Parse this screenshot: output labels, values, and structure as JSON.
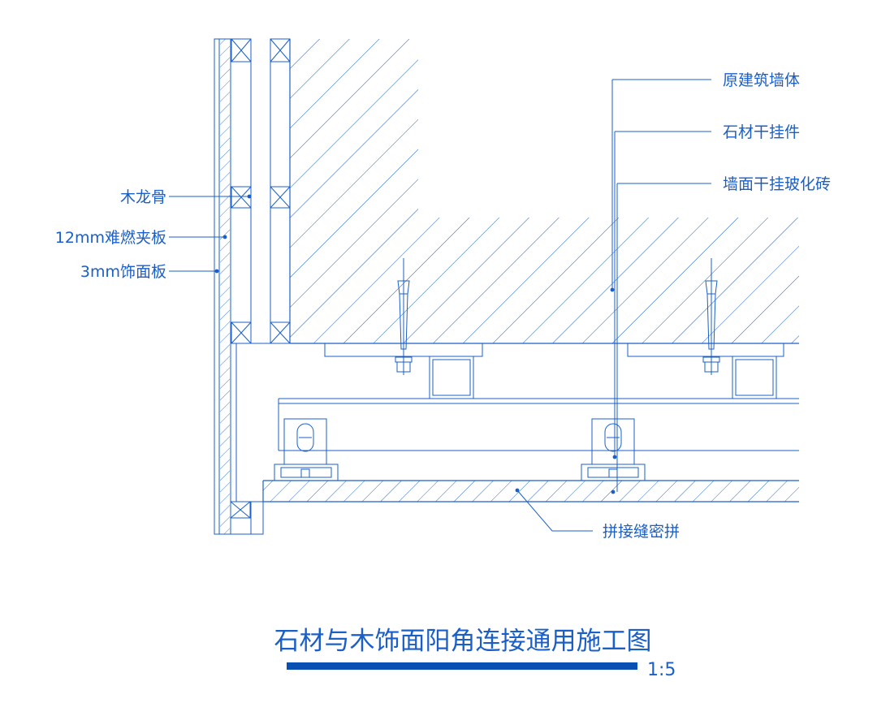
{
  "title": "石材与木饰面阳角连接通用施工图",
  "scale": "1:5",
  "labels_left": [
    {
      "id": "wood-keel",
      "text": "木龙骨"
    },
    {
      "id": "fireproof-board",
      "text": "12mm难燃夹板"
    },
    {
      "id": "finish-board",
      "text": "3mm饰面板"
    }
  ],
  "labels_right": [
    {
      "id": "original-wall",
      "text": "原建筑墙体"
    },
    {
      "id": "stone-hanger",
      "text": "石材干挂件"
    },
    {
      "id": "tile",
      "text": "墙面干挂玻化砖"
    }
  ],
  "label_bottom": {
    "id": "seam",
    "text": "拼接缝密拼"
  },
  "colors": {
    "line": "#1a5fc8",
    "title_bar": "#0a4fb3"
  }
}
